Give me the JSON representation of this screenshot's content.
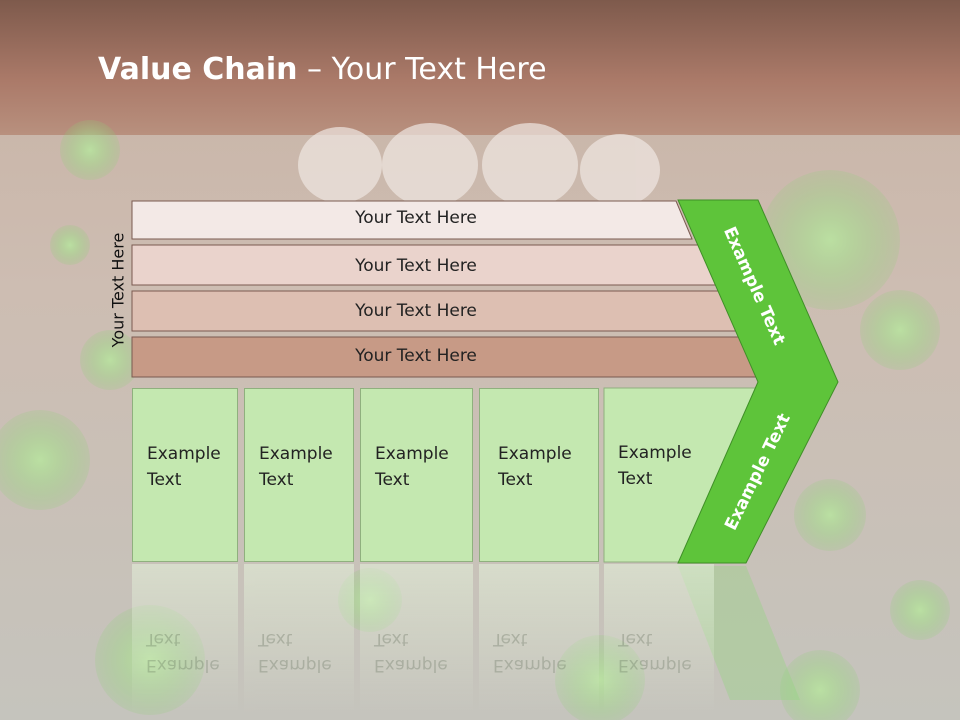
{
  "title": {
    "bold": "Value Chain",
    "rest": " – Your Text Here"
  },
  "side_label": "Your Text Here",
  "bars": [
    {
      "label": "Your Text Here",
      "color": "#f3e9e6"
    },
    {
      "label": "Your Text Here",
      "color": "#ead3cc"
    },
    {
      "label": "Your Text Here",
      "color": "#ddbfb2"
    },
    {
      "label": "Your Text Here",
      "color": "#c79a86"
    }
  ],
  "boxes": [
    {
      "line1": "Example",
      "line2": "Text"
    },
    {
      "line1": "Example",
      "line2": "Text"
    },
    {
      "line1": "Example",
      "line2": "Text"
    },
    {
      "line1": "Example",
      "line2": "Text"
    },
    {
      "line1": "Example",
      "line2": "Text"
    }
  ],
  "chevron": {
    "upper": "Example Text",
    "lower": "Example Text",
    "color": "#5ec43a"
  },
  "colors": {
    "header": "#a87463",
    "box_fill": "#c4e8b0"
  }
}
